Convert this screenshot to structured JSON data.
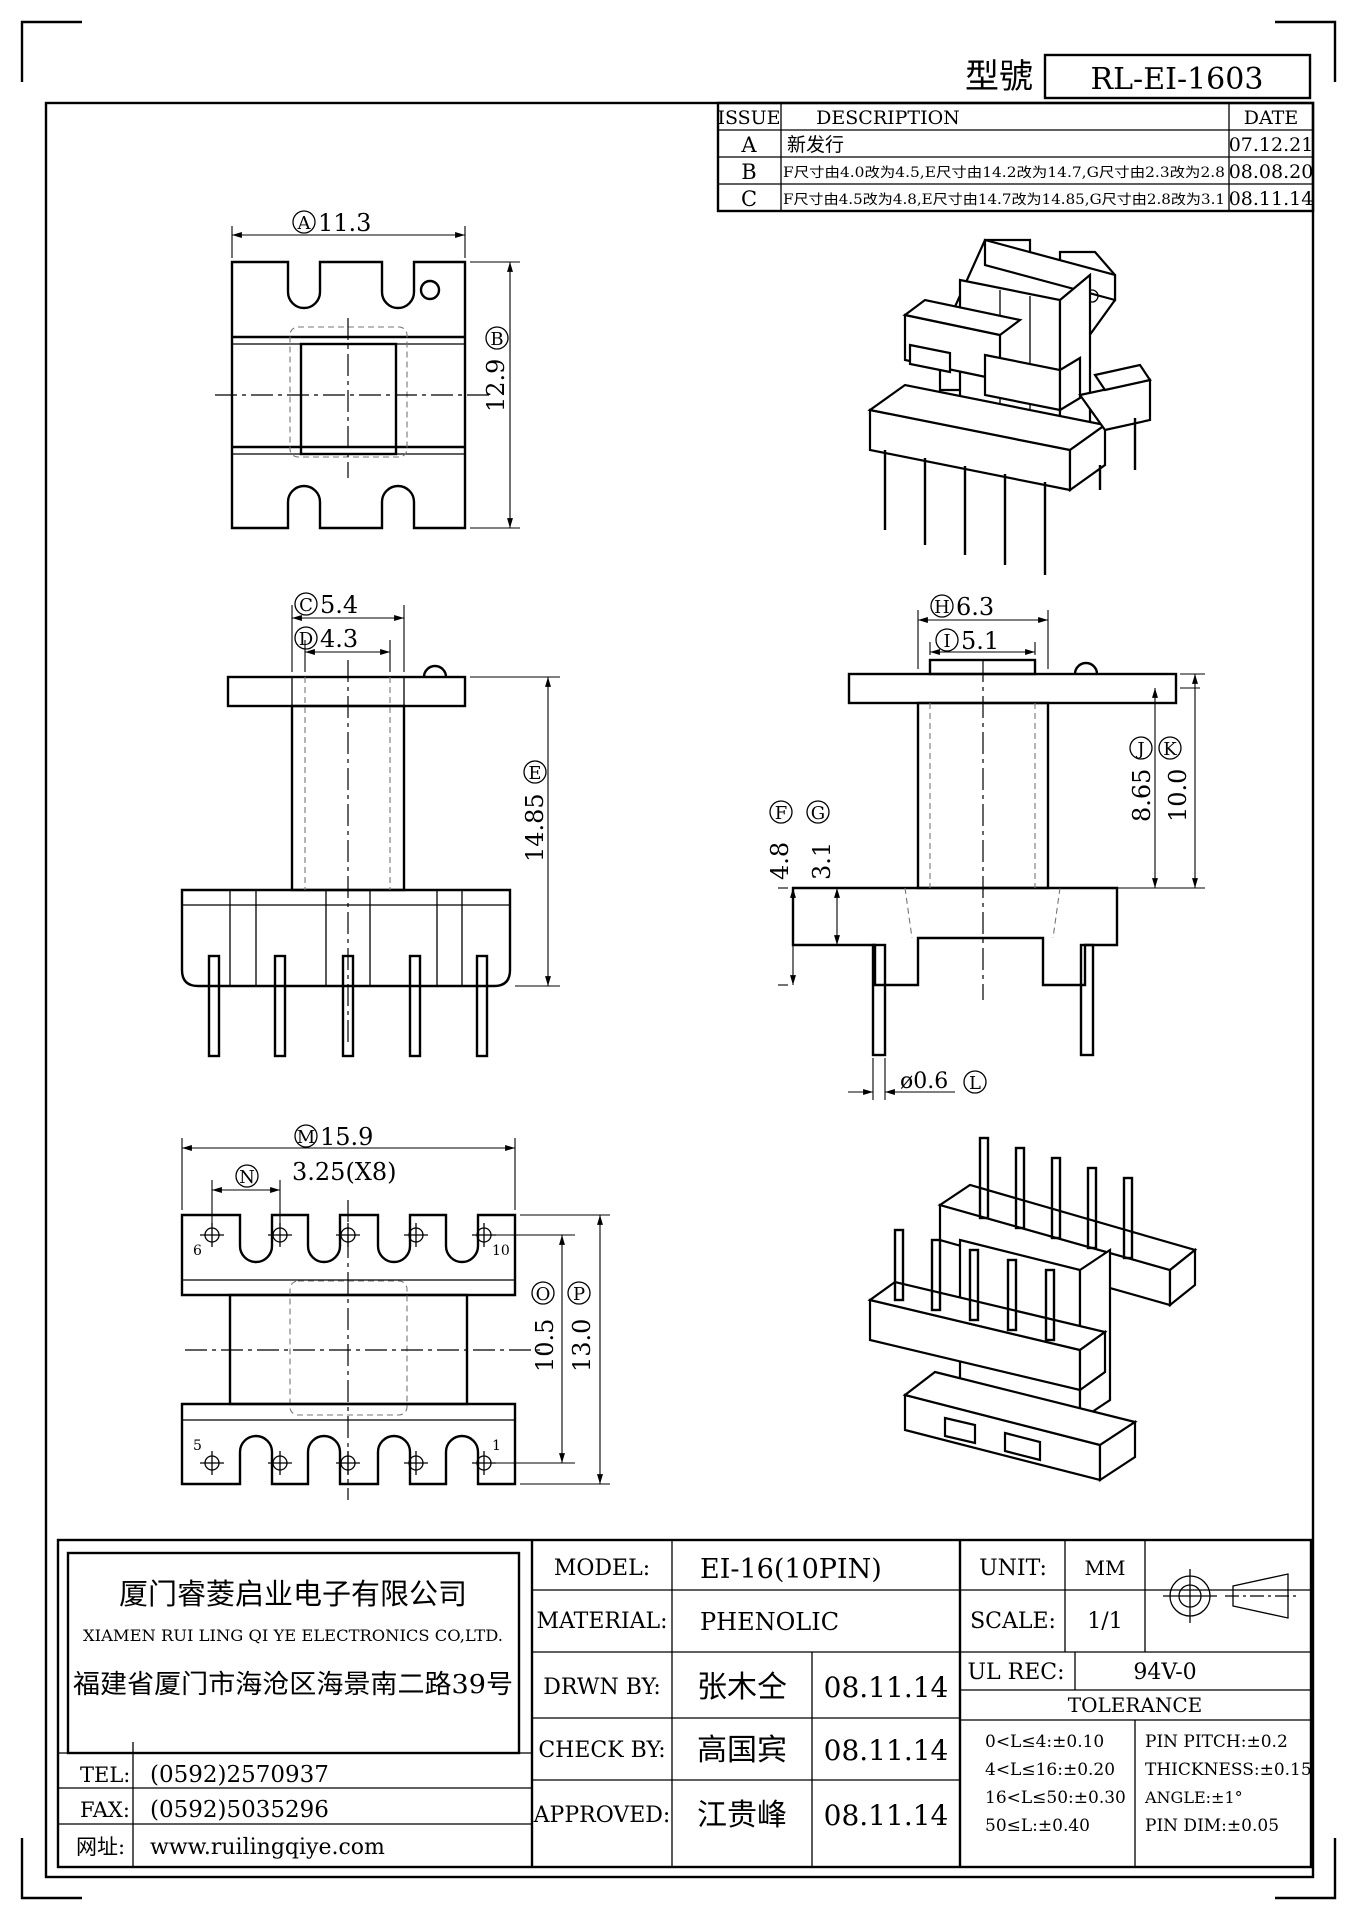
{
  "header": {
    "model_label": "型號",
    "model_no": "RL-EI-1603"
  },
  "revisions": {
    "headers": [
      "ISSUE",
      "DESCRIPTION",
      "DATE"
    ],
    "rows": [
      {
        "issue": "A",
        "desc": "新发行",
        "date": "07.12.21"
      },
      {
        "issue": "B",
        "desc": "F尺寸由4.0改为4.5,E尺寸由14.2改为14.7,G尺寸由2.3改为2.8",
        "date": "08.08.20"
      },
      {
        "issue": "C",
        "desc": "F尺寸由4.5改为4.8,E尺寸由14.7改为14.85,G尺寸由2.8改为3.1",
        "date": "08.11.14"
      }
    ]
  },
  "dimensions": {
    "A": "A",
    "A_val": "11.3",
    "B": "B",
    "B_val": "12.9",
    "C": "C",
    "C_val": "5.4",
    "D": "D",
    "D_val": "4.3",
    "E": "E",
    "E_val": "14.85",
    "F": "F",
    "F_val": "4.8",
    "G": "G",
    "G_val": "3.1",
    "H": "H",
    "H_val": "6.3",
    "I": "I",
    "I_val": "5.1",
    "J": "J",
    "J_val": "8.65",
    "K": "K",
    "K_val": "10.0",
    "L": "L",
    "L_val": "ø0.6",
    "M": "M",
    "M_val": "15.9",
    "N": "N",
    "N_val": "3.25(X8)",
    "O": "O",
    "O_val": "10.5",
    "P": "P",
    "P_val": "13.0"
  },
  "pin_numbers": {
    "p6": "6",
    "p10": "10",
    "p5": "5",
    "p1": "1"
  },
  "company": {
    "name_cn": "厦门睿菱启业电子有限公司",
    "name_en": "XIAMEN RUI LING QI YE ELECTRONICS CO,LTD.",
    "address": "福建省厦门市海沧区海景南二路39号",
    "tel_label": "TEL:",
    "tel": "(0592)2570937",
    "fax_label": "FAX:",
    "fax": "(0592)5035296",
    "web_label": "网址:",
    "web": "www.ruilingqiye.com"
  },
  "title_block": {
    "model_label": "MODEL:",
    "model": "EI-16(10PIN)",
    "material_label": "MATERIAL:",
    "material": "PHENOLIC",
    "drawn_label": "DRWN BY:",
    "drawn_by": "张木仝",
    "drawn_date": "08.11.14",
    "check_label": "CHECK BY:",
    "check_by": "高国宾",
    "check_date": "08.11.14",
    "approved_label": "APPROVED:",
    "approved_by": "江贵峰",
    "approved_date": "08.11.14",
    "unit_label": "UNIT:",
    "unit": "MM",
    "scale_label": "SCALE:",
    "scale": "1/1",
    "ul_label": "UL REC:",
    "ul": "94V-0",
    "tolerance_title": "TOLERANCE",
    "tol_left": [
      "0<L≤4:±0.10",
      "4<L≤16:±0.20",
      "16<L≤50:±0.30",
      "50≤L:±0.40"
    ],
    "tol_right": [
      "PIN PITCH:±0.2",
      "THICKNESS:±0.15",
      "ANGLE:±1°",
      "PIN DIM:±0.05"
    ]
  }
}
